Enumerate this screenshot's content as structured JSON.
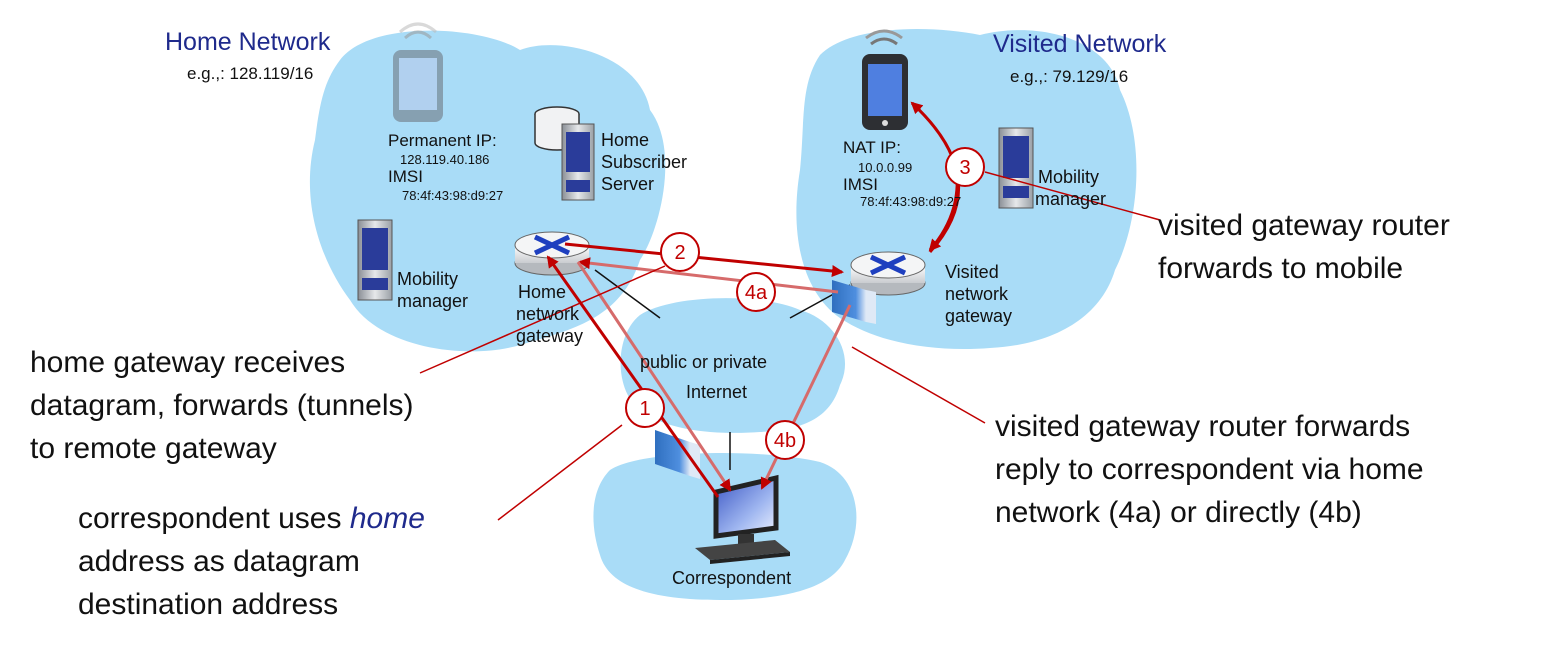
{
  "home_network": {
    "title": "Home Network",
    "prefix": "e.g.,: 128.119/16",
    "mobile_ip_label": "Permanent IP:",
    "mobile_ip": "128.119.40.186",
    "mobile_imsi_label": "IMSI",
    "mobile_imsi": "78:4f:43:98:d9:27",
    "hss_label_1": "Home",
    "hss_label_2": "Subscriber",
    "hss_label_3": "Server",
    "mm_label_1": "Mobility",
    "mm_label_2": "manager",
    "gw_label_1": "Home",
    "gw_label_2": "network",
    "gw_label_3": "gateway"
  },
  "visited_network": {
    "title": "Visited Network",
    "prefix": "e.g.,: 79.129/16",
    "mobile_ip_label": "NAT IP:",
    "mobile_ip": "10.0.0.99",
    "mobile_imsi_label": "IMSI",
    "mobile_imsi": "78:4f:43:98:d9:27",
    "mm_label_1": "Mobility",
    "mm_label_2": "manager",
    "gw_label_1": "Visited",
    "gw_label_2": "network",
    "gw_label_3": "gateway"
  },
  "internet": {
    "label_1": "public or  private",
    "label_2": "Internet"
  },
  "correspondent": {
    "label": "Correspondent"
  },
  "steps": {
    "s1": "1",
    "s2": "2",
    "s3": "3",
    "s4a": "4a",
    "s4b": "4b"
  },
  "annotations": {
    "visited_to_mobile_1": "visited gateway router",
    "visited_to_mobile_2": "forwards to mobile",
    "home_gw_1": "home gateway receives",
    "home_gw_2": "datagram, forwards (tunnels)",
    "home_gw_3": "to remote gateway",
    "reply_1": "visited gateway router forwards",
    "reply_2": "reply to correspondent via home",
    "reply_3": "network (4a) or directly (4b)",
    "corr_1_pre": "correspondent uses ",
    "corr_1_em": "home",
    "corr_2": "address as datagram",
    "corr_3": "destination address"
  },
  "colors": {
    "cloud": "#a9dcf7",
    "arrow": "#c00000",
    "title": "#1f2a8c"
  }
}
